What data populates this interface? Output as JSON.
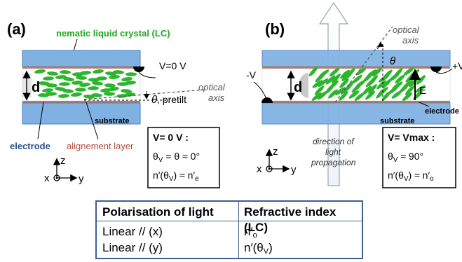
{
  "panel_a": {
    "label": "(a)",
    "lc_title": "nematic liquid crystal (LC)",
    "voltage": "V=0 V",
    "d_label": "d",
    "optical_axis_line1": "optical",
    "optical_axis_line2": "axis",
    "theta": "θ",
    "pretilt": ", pretilt",
    "substrate": "substrate",
    "electrode": "electrode",
    "alignment_layer": "alignement layer",
    "info_title": "V= 0 V :",
    "info_line1": "θV = θ ≈ 0°",
    "info_line2": "n′(θV) ≈ n′e",
    "axis_z": "z",
    "axis_x": "x",
    "axis_y": "y"
  },
  "panel_b": {
    "label": "(b)",
    "voltage_left": "-V",
    "voltage_right": "+V",
    "optical_axis_line1": "optical",
    "optical_axis_line2": "axis",
    "theta": "θ",
    "d_label": "d",
    "field_label": "E",
    "electrode": "electrode",
    "substrate": "substrate",
    "light_line1": "direction of",
    "light_line2": "light",
    "light_line3": "propagation",
    "info_title": "V= Vmax :",
    "info_line1": "θV ≈ 90°",
    "info_line2": "n′(θV) ≈ n′o",
    "axis_z": "z",
    "axis_x": "x",
    "axis_y": "y"
  },
  "table": {
    "headers": [
      "Polarisation of light",
      "Refractive index (LC)"
    ],
    "rows": [
      [
        "Linear // (x)",
        "n′o"
      ],
      [
        "Linear // (y)",
        "n′(θV)"
      ]
    ]
  },
  "colors": {
    "glass": "#7fb1e3",
    "glass_edge": "#4a7fb8",
    "electrode_layer": "#c0765a",
    "lc_molecule": "#2db52d",
    "lc_title": "#1faa1f",
    "electrode_text": "#2a4f8a",
    "alignment_text": "#b04a3a",
    "table_border": "#3d5f91"
  }
}
